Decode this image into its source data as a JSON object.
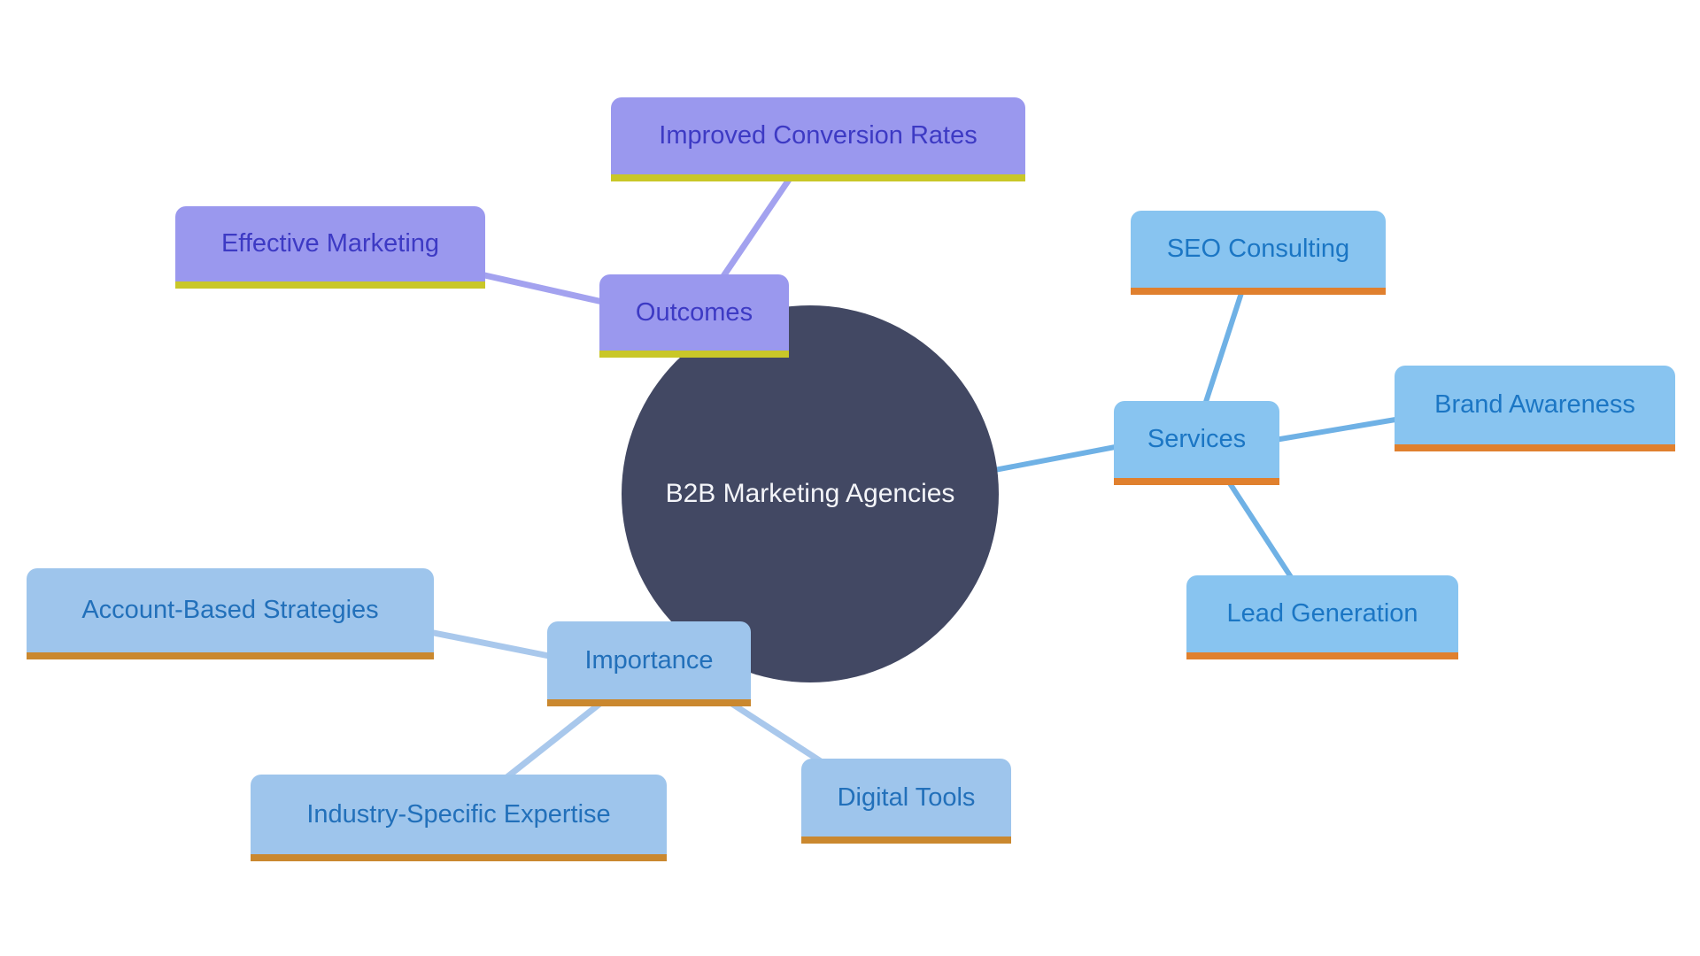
{
  "diagram": {
    "type": "mindmap",
    "center": {
      "label": "B2B Marketing Agencies"
    },
    "branches": [
      {
        "label": "Outcomes",
        "children": [
          {
            "label": "Effective Marketing"
          },
          {
            "label": "Improved Conversion Rates"
          }
        ]
      },
      {
        "label": "Services",
        "children": [
          {
            "label": "SEO Consulting"
          },
          {
            "label": "Brand Awareness"
          },
          {
            "label": "Lead Generation"
          }
        ]
      },
      {
        "label": "Importance",
        "children": [
          {
            "label": "Account-Based Strategies"
          },
          {
            "label": "Industry-Specific Expertise"
          },
          {
            "label": "Digital Tools"
          }
        ]
      }
    ],
    "colors": {
      "canvas_bg": "#ffffff",
      "center_bg": "#424863",
      "center_text": "#f4f5f9",
      "outcomes_bg": "#9a98ee",
      "outcomes_text": "#3d3ac4",
      "outcomes_underline": "#c9c728",
      "outcomes_line": "#a3a2ef",
      "services_bg": "#88c4f0",
      "services_text": "#1b76c4",
      "services_underline": "#e0802e",
      "services_line": "#6fb1e5",
      "importance_bg": "#9ec5ec",
      "importance_text": "#2270ba",
      "importance_underline": "#ca882f",
      "importance_line": "#a9c8ec"
    }
  }
}
